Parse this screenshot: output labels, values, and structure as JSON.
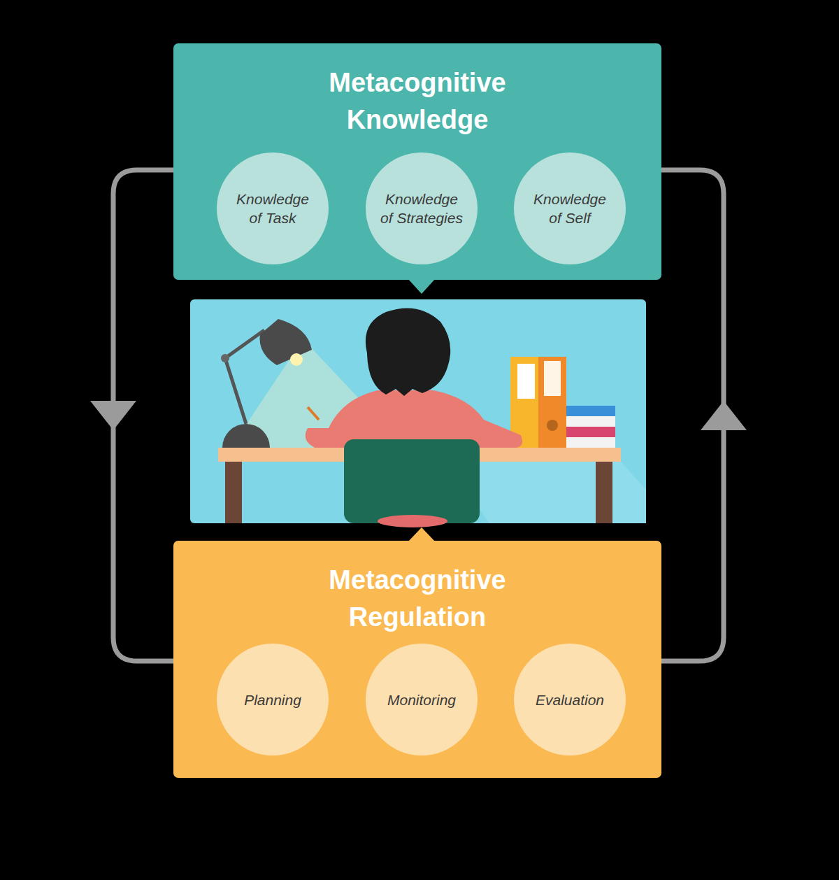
{
  "diagram": {
    "nodes": [
      {
        "text": [
          "Metacognitive Knowledge"
        ]
      },
      {
        "text": [
          "Knowledge of Task"
        ],
        "in": 0
      },
      {
        "text": [
          "Knowledge of Strategies"
        ],
        "in": 0
      },
      {
        "text": [
          "Knowledge of Self"
        ],
        "in": 0
      },
      {
        "text": [
          "Metacognitive Regulation"
        ]
      },
      {
        "text": [
          "Planning"
        ],
        "in": 4
      },
      {
        "text": [
          "Monitoring"
        ],
        "in": 4
      },
      {
        "text": [
          "Evaluation"
        ],
        "in": 4
      }
    ],
    "edges": [
      {
        "from": 0,
        "to": 4,
        "arrow": "to"
      },
      {
        "from": 4,
        "to": 0,
        "arrow": "to"
      }
    ]
  }
}
